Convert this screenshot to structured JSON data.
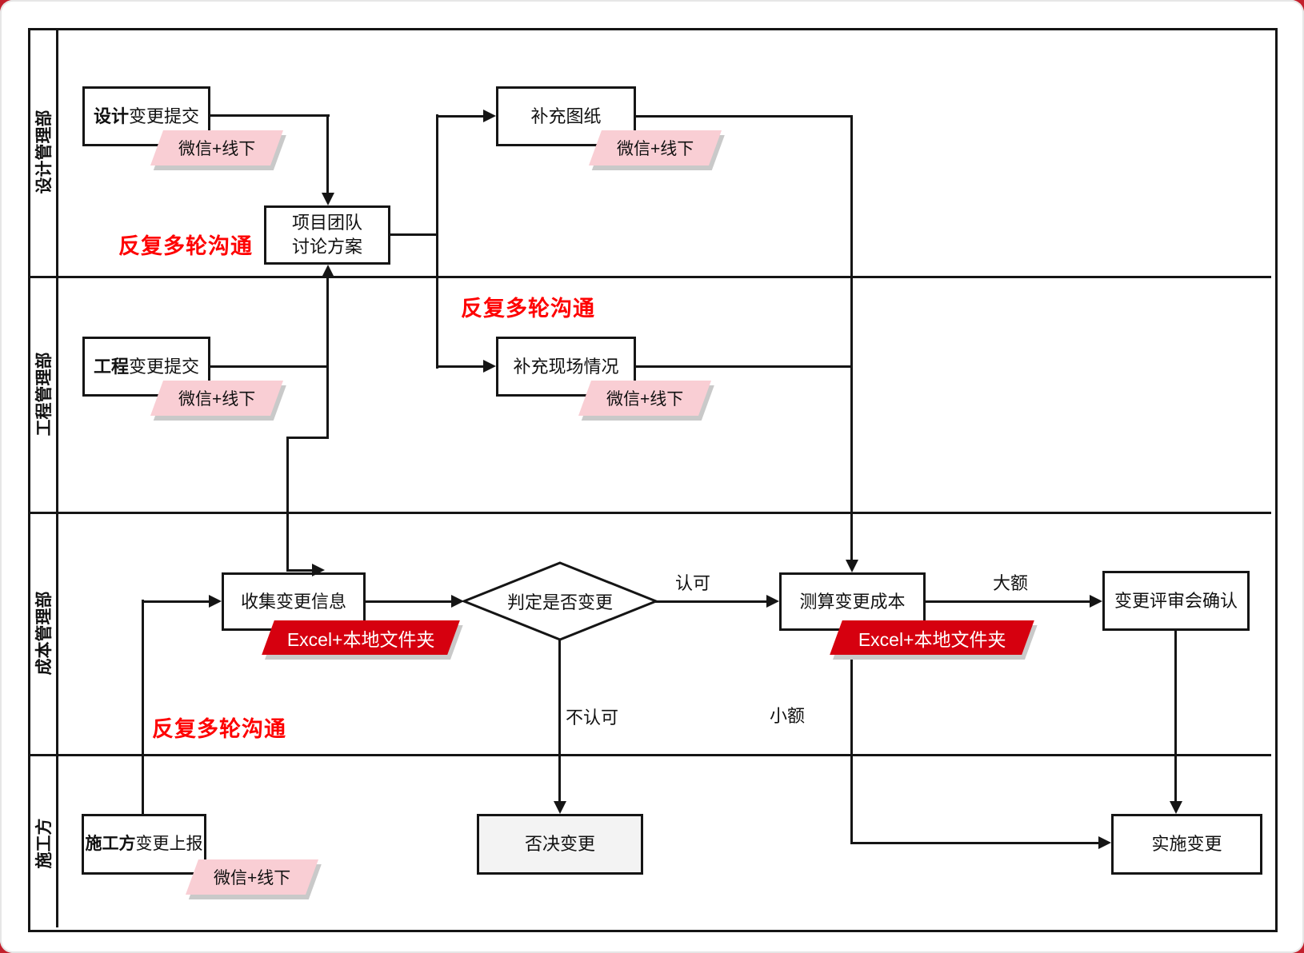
{
  "lanes": [
    {
      "label": "设计管理部"
    },
    {
      "label": "工程管理部"
    },
    {
      "label": "成本管理部"
    },
    {
      "label": "施工方"
    }
  ],
  "nodes": {
    "design_submit": {
      "prefix": "设计",
      "rest": "变更提交"
    },
    "supp_drawing": {
      "label": "补充图纸"
    },
    "team_discuss": {
      "line1": "项目团队",
      "line2": "讨论方案"
    },
    "eng_submit": {
      "prefix": "工程",
      "rest": "变更提交"
    },
    "supp_site": {
      "label": "补充现场情况"
    },
    "collect_info": {
      "label": "收集变更信息"
    },
    "decision": {
      "label": "判定是否变更"
    },
    "calc_cost": {
      "label": "测算变更成本"
    },
    "review_confirm": {
      "label": "变更评审会确认"
    },
    "reject": {
      "label": "否决变更"
    },
    "implement": {
      "label": "实施变更"
    },
    "builder_submit": {
      "prefix": "施工方",
      "rest": "变更上报"
    }
  },
  "tags": {
    "wechat": "微信+线下",
    "excel": "Excel+本地文件夹"
  },
  "edge_labels": {
    "approve": "认可",
    "not_approve": "不认可",
    "large": "大额",
    "small": "小额"
  },
  "annotations": {
    "repeat": "反复多轮沟通"
  },
  "colors": {
    "line": "#151515",
    "tag_pink": "#f9ced4",
    "tag_red": "#d6000f",
    "annotation_red": "#fe0000"
  }
}
